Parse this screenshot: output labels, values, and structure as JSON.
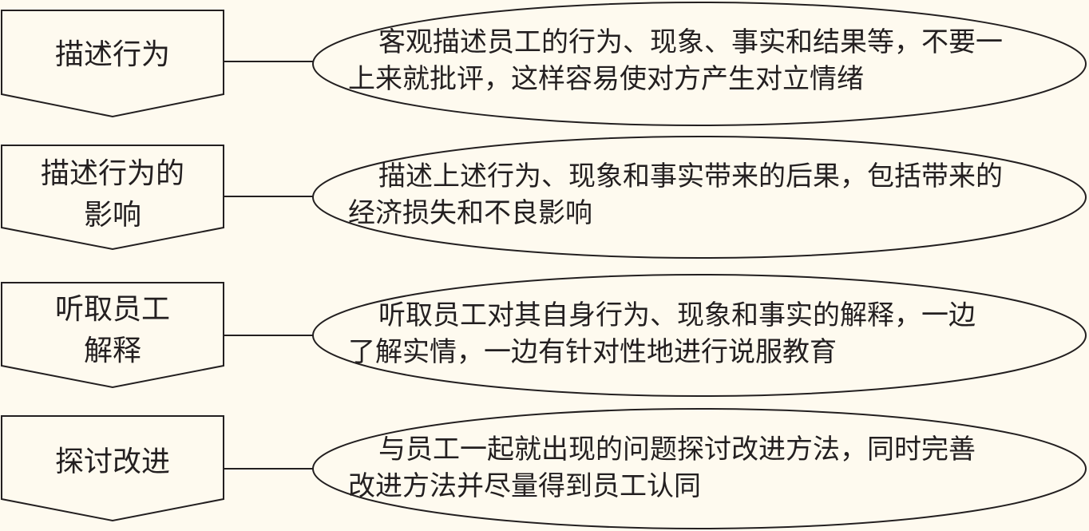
{
  "colors": {
    "background": "#fefaef",
    "stroke": "#231f20",
    "text": "#231f20"
  },
  "steps": [
    {
      "label_lines": [
        "描述行为"
      ],
      "description_lines": [
        "客观描述员工的行为、现象、事实和结果等，不要一",
        "上来就批评，这样容易使对方产生对立情绪"
      ]
    },
    {
      "label_lines": [
        "描述行为的",
        "影响"
      ],
      "description_lines": [
        "描述上述行为、现象和事实带来的后果，包括带来的",
        "经济损失和不良影响"
      ]
    },
    {
      "label_lines": [
        "听取员工",
        "解释"
      ],
      "description_lines": [
        "听取员工对其自身行为、现象和事实的解释，一边",
        "了解实情，一边有针对性地进行说服教育"
      ]
    },
    {
      "label_lines": [
        "探讨改进"
      ],
      "description_lines": [
        "与员工一起就出现的问题探讨改进方法，同时完善",
        "改进方法并尽量得到员工认同"
      ]
    }
  ]
}
